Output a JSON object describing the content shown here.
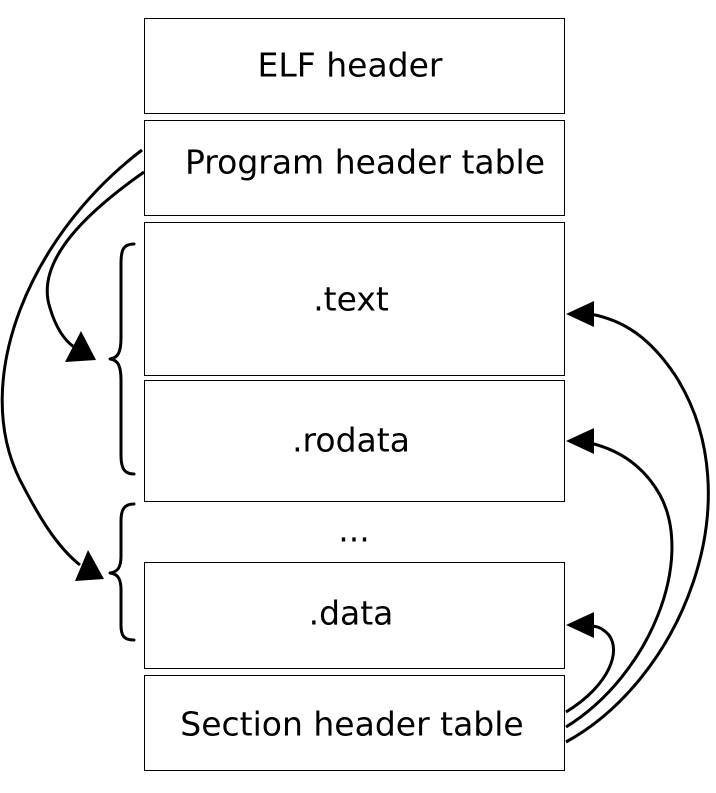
{
  "blocks": {
    "elf_header": "ELF header",
    "program_header_table": "Program header table",
    "text": ".text",
    "rodata": ".rodata",
    "ellipsis": "...",
    "data": ".data",
    "section_header_table": "Section header table"
  },
  "colors": {
    "stroke": "#000000",
    "background": "#ffffff"
  }
}
